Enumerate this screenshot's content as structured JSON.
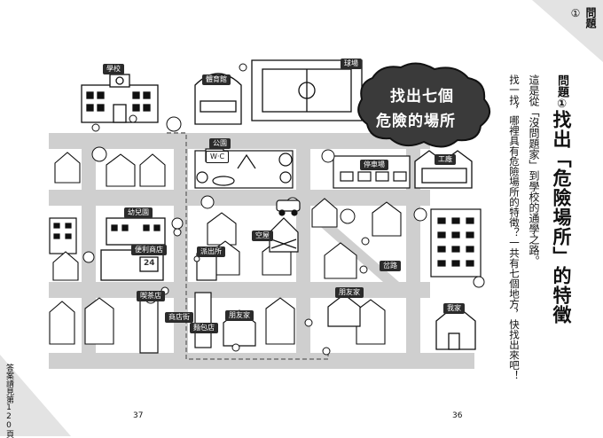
{
  "header": {
    "section_number": "①",
    "section_title": "問題"
  },
  "question": {
    "label": "問題①",
    "title": "找出「危險場所」的特徵"
  },
  "instructions": [
    "這是從「沒問題家」到學校的通學之路。",
    "找一找，哪裡具有危險場所的特徵？一共有七個地方，快找出來吧！"
  ],
  "bubble": {
    "line1": "找出七個",
    "line2": "危險的場所"
  },
  "map_labels": {
    "school": "學校",
    "gym": "體育館",
    "field": "球場",
    "park": "公園",
    "toilet": "W·C",
    "parking": "停車場",
    "factory": "工廠",
    "kindergarten": "幼兒園",
    "convenience": "便利商店",
    "store_number": "24",
    "vacant_house": "空屋",
    "police_box": "派出所",
    "alley": "岔路",
    "friend_house_a": "朋友家",
    "kissaten": "喫茶店",
    "shopping_street": "商店街",
    "bakery": "麵包店",
    "friend_house_b": "朋友家",
    "my_house": "我家"
  },
  "page_numbers": {
    "left": "37",
    "right": "36"
  },
  "answer_note": "答案請見第120頁",
  "colors": {
    "ink": "#111111",
    "tag_bg": "#2b2b2b",
    "road": "#cfcfcf",
    "corner_grey": "#e3e3e3"
  }
}
